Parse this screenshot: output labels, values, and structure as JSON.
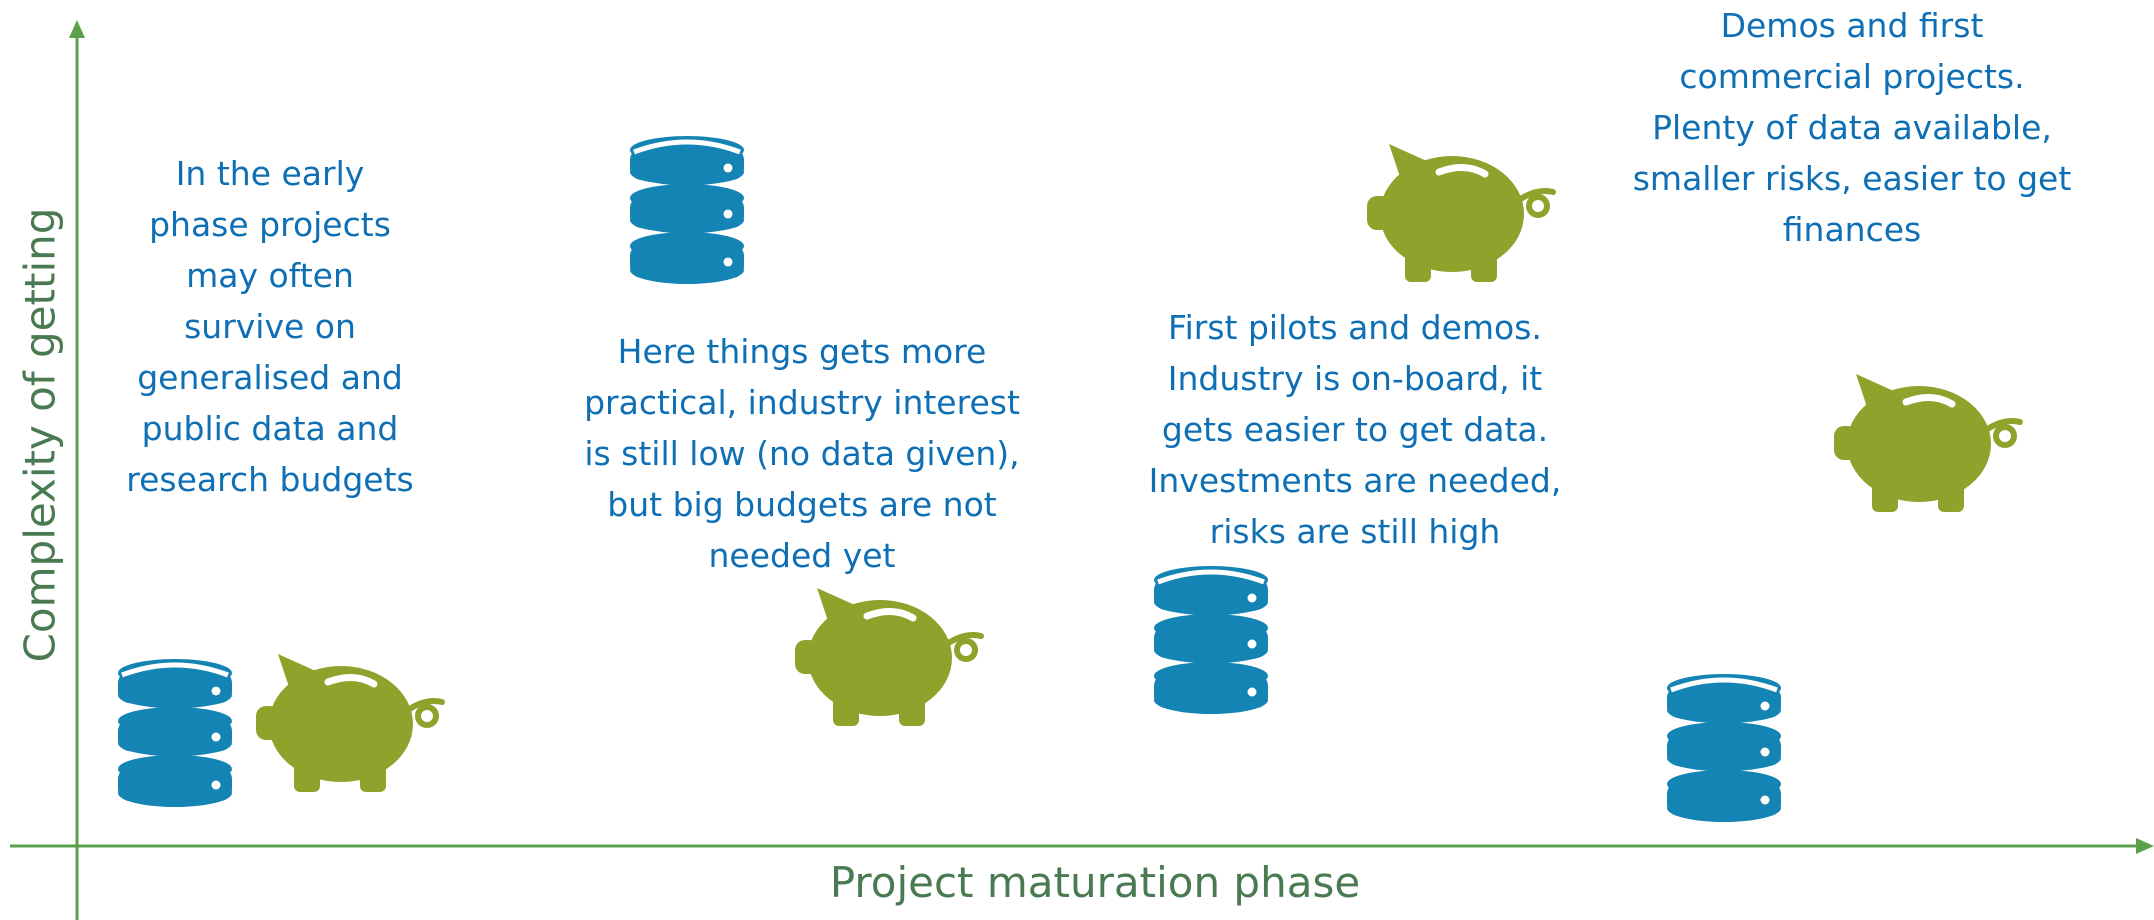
{
  "axes": {
    "x_label": "Project maturation phase",
    "y_label": "Complexity of getting",
    "color": "#5aa04a"
  },
  "phases": [
    {
      "text_lines": [
        "In the early",
        "phase projects",
        "may often",
        "survive on",
        "generalised and",
        "public data and",
        "research budgets"
      ]
    },
    {
      "text_lines": [
        "Here things gets more",
        "practical, industry interest",
        "is still low (no data given),",
        "but big budgets are not",
        "needed yet"
      ]
    },
    {
      "text_lines": [
        "First pilots and demos.",
        "Industry is on-board, it",
        "gets easier to get data.",
        "Investments are needed,",
        "risks are still high"
      ]
    },
    {
      "text_lines": [
        "Demos and first",
        "commercial projects.",
        "Plenty of data available,",
        "smaller risks, easier to get",
        "finances"
      ]
    }
  ],
  "icons": {
    "database": {
      "name": "database-icon",
      "color": "#1384b4"
    },
    "piggy": {
      "name": "piggy-bank-icon",
      "color": "#8fa22c"
    }
  }
}
